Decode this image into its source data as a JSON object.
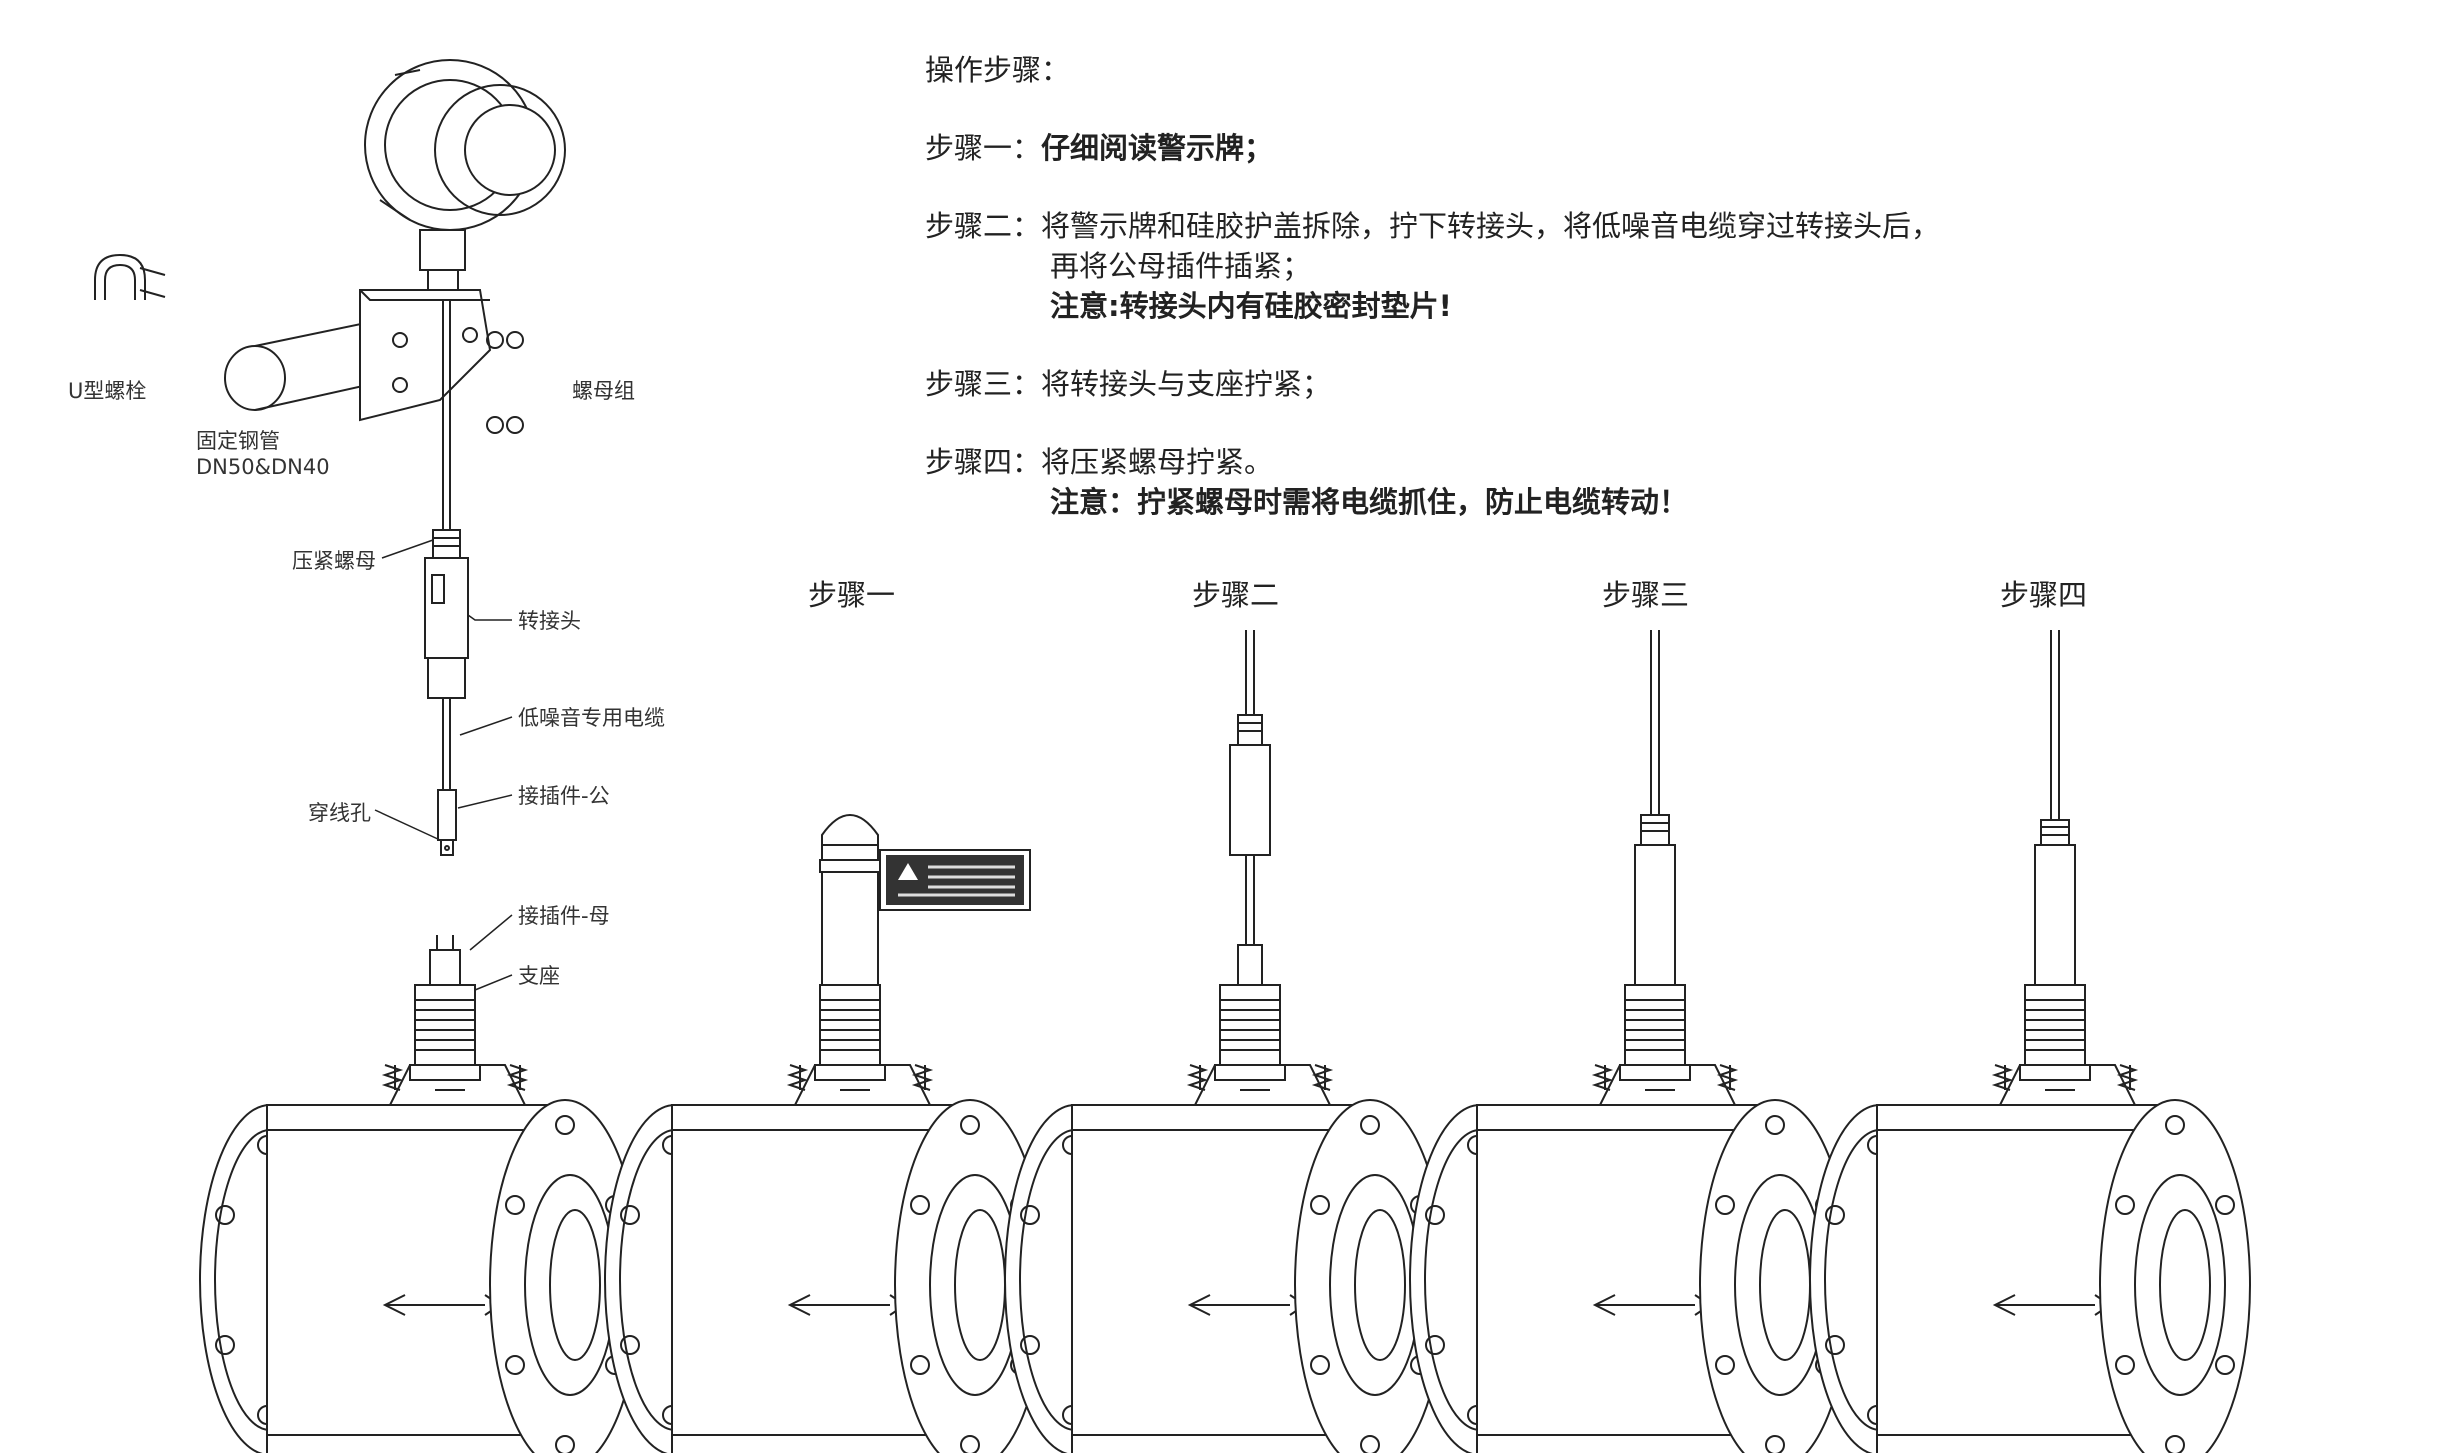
{
  "instructions": {
    "heading": "操作步骤：",
    "step1": {
      "prefix": "步骤一：",
      "text": "仔细阅读警示牌；"
    },
    "step2": {
      "prefix": "步骤二：",
      "line1": "将警示牌和硅胶护盖拆除，拧下转接头，将低噪音电缆穿过转接头后，",
      "line2": "再将公母插件插紧；",
      "note": "注意:转接头内有硅胶密封垫片!"
    },
    "step3": {
      "prefix": "步骤三：",
      "text": "将转接头与支座拧紧；"
    },
    "step4": {
      "prefix": "步骤四：",
      "text": "将压紧螺母拧紧。",
      "note": "注意：拧紧螺母时需将电缆抓住，防止电缆转动！"
    }
  },
  "labels": {
    "u_bolt": "U型螺栓",
    "fixed_pipe": "固定钢管",
    "pipe_size": "DN50&DN40",
    "nut_set": "螺母组",
    "compression_nut": "压紧螺母",
    "adapter": "转接头",
    "cable": "低噪音专用电缆",
    "male_connector": "接插件-公",
    "threading_hole": "穿线孔",
    "female_connector": "接插件-母",
    "support_seat": "支座"
  },
  "step_captions": [
    "步骤一",
    "步骤二",
    "步骤三",
    "步骤四"
  ],
  "colors": {
    "line": "#222222",
    "background": "#ffffff"
  }
}
